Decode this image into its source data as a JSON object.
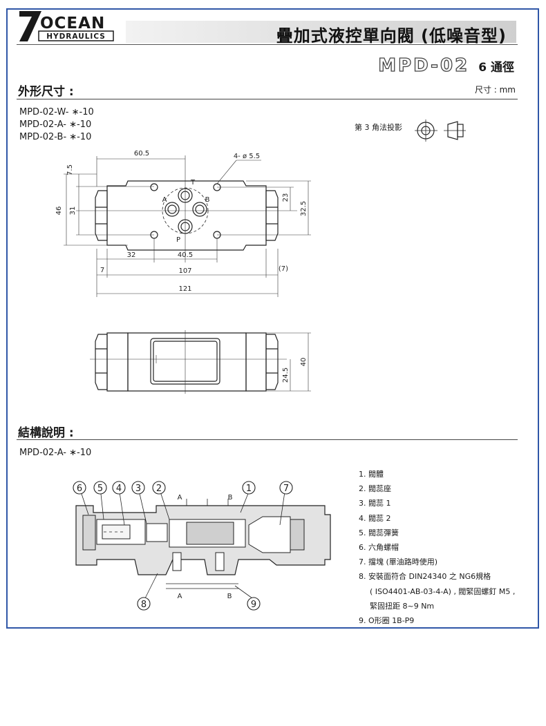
{
  "header": {
    "logo_top": "OCEAN",
    "logo_bottom": "HYDRAULICS",
    "title": "疊加式液控單向閥 (低噪音型)",
    "model": "MPD-02",
    "size_label": "6 通徑",
    "colors": {
      "frame": "#2f56a7",
      "logo": "#1a1a1a"
    }
  },
  "outline": {
    "section_title": "外形尺寸 :",
    "unit": "尺寸 : mm",
    "models": [
      "MPD-02-W- ∗-10",
      "MPD-02-A- ∗-10",
      "MPD-02-B- ∗-10"
    ],
    "projection_label": "第 3 角法投影",
    "dims": {
      "d60_5": "60.5",
      "hole": "4- ø 5.5",
      "d7_5": "7.5",
      "d46": "46",
      "d31": "31",
      "d23": "23",
      "d32_5": "32.5",
      "d32": "32",
      "d40_5": "40.5",
      "d7": "7",
      "d107": "107",
      "d7p": "(7)",
      "d121": "121",
      "d24_5": "24.5",
      "d40": "40"
    },
    "ports": {
      "T": "T",
      "A": "A",
      "B": "B",
      "P": "P"
    }
  },
  "structure": {
    "section_title": "結構說明 :",
    "model": "MPD-02-A- ∗-10",
    "callouts": [
      "6",
      "5",
      "4",
      "3",
      "2",
      "1",
      "7",
      "8",
      "9"
    ],
    "port_labels": {
      "A_top": "A",
      "B_top": "B",
      "A_bot": "A",
      "B_bot": "B"
    },
    "parts": [
      "1. 閥體",
      "2. 閥蕊座",
      "3. 閥蕊 1",
      "4. 閥蕊 2",
      "5. 閥蕊彈簧",
      "6. 六角螺帽",
      "7. 擋塊 (單油路時使用)",
      "8. 安裝面符合 DIN24340 之 NG6規格",
      "( ISO4401-AB-03-4-A) , 閥緊固螺釘 M5 ,",
      "緊固扭距 8~9 Nm",
      "9. O形圈 1B-P9"
    ]
  }
}
